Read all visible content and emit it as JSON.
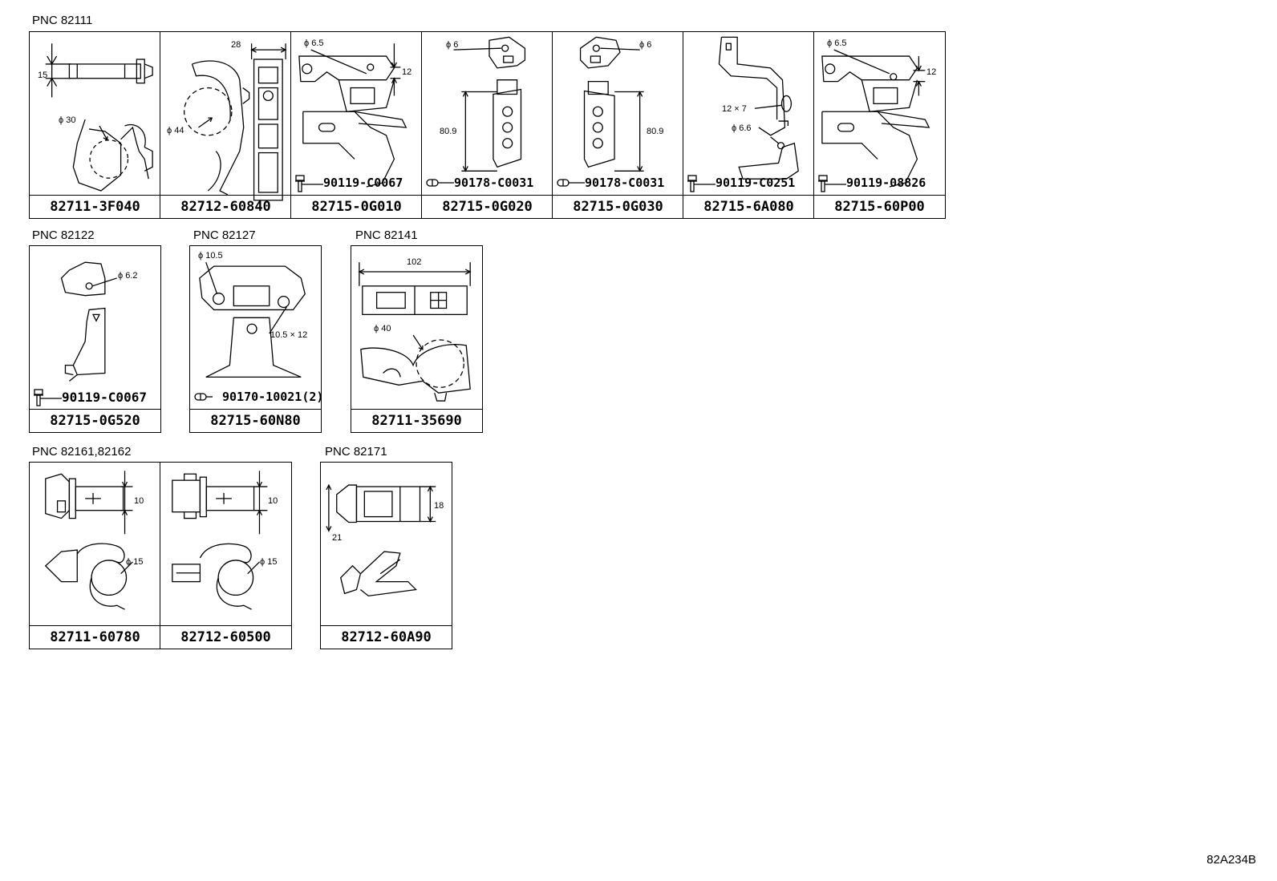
{
  "groups": [
    {
      "label": "PNC 82111",
      "cells": [
        {
          "part": "82711-3F040",
          "dims": [
            "15",
            "ϕ 30"
          ]
        },
        {
          "part": "82712-60840",
          "dims": [
            "28",
            "ϕ 44"
          ]
        },
        {
          "part": "82715-0G010",
          "bolt": "90119-C0067",
          "dims": [
            "ϕ 6.5",
            "12"
          ]
        },
        {
          "part": "82715-0G020",
          "bolt": "90178-C0031",
          "dims": [
            "ϕ 6",
            "80.9"
          ]
        },
        {
          "part": "82715-0G030",
          "bolt": "90178-C0031",
          "dims": [
            "ϕ 6",
            "80.9"
          ]
        },
        {
          "part": "82715-6A080",
          "bolt": "90119-C0251",
          "dims": [
            "12 × 7",
            "ϕ 6.6"
          ]
        },
        {
          "part": "82715-60P00",
          "bolt": "90119-08826",
          "dims": [
            "ϕ 6.5",
            "12"
          ]
        }
      ]
    },
    {
      "label": "PNC 82122",
      "cells": [
        {
          "part": "82715-0G520",
          "bolt": "90119-C0067",
          "dims": [
            "ϕ 6.2"
          ]
        }
      ]
    },
    {
      "label": "PNC 82127",
      "cells": [
        {
          "part": "82715-60N80",
          "bolt": "90170-10021(2)",
          "dims": [
            "ϕ 10.5",
            "10.5 × 12"
          ]
        }
      ]
    },
    {
      "label": "PNC 82141",
      "cells": [
        {
          "part": "82711-35690",
          "dims": [
            "102",
            "ϕ 40"
          ]
        }
      ]
    },
    {
      "label": "PNC 82161,82162",
      "cells": [
        {
          "part": "82711-60780",
          "dims": [
            "10",
            "ϕ 15"
          ]
        },
        {
          "part": "82712-60500",
          "dims": [
            "10",
            "ϕ 15"
          ]
        }
      ]
    },
    {
      "label": "PNC 82171",
      "cells": [
        {
          "part": "82712-60A90",
          "dims": [
            "18",
            "21"
          ]
        }
      ]
    }
  ],
  "diagram_code": "82A234B"
}
